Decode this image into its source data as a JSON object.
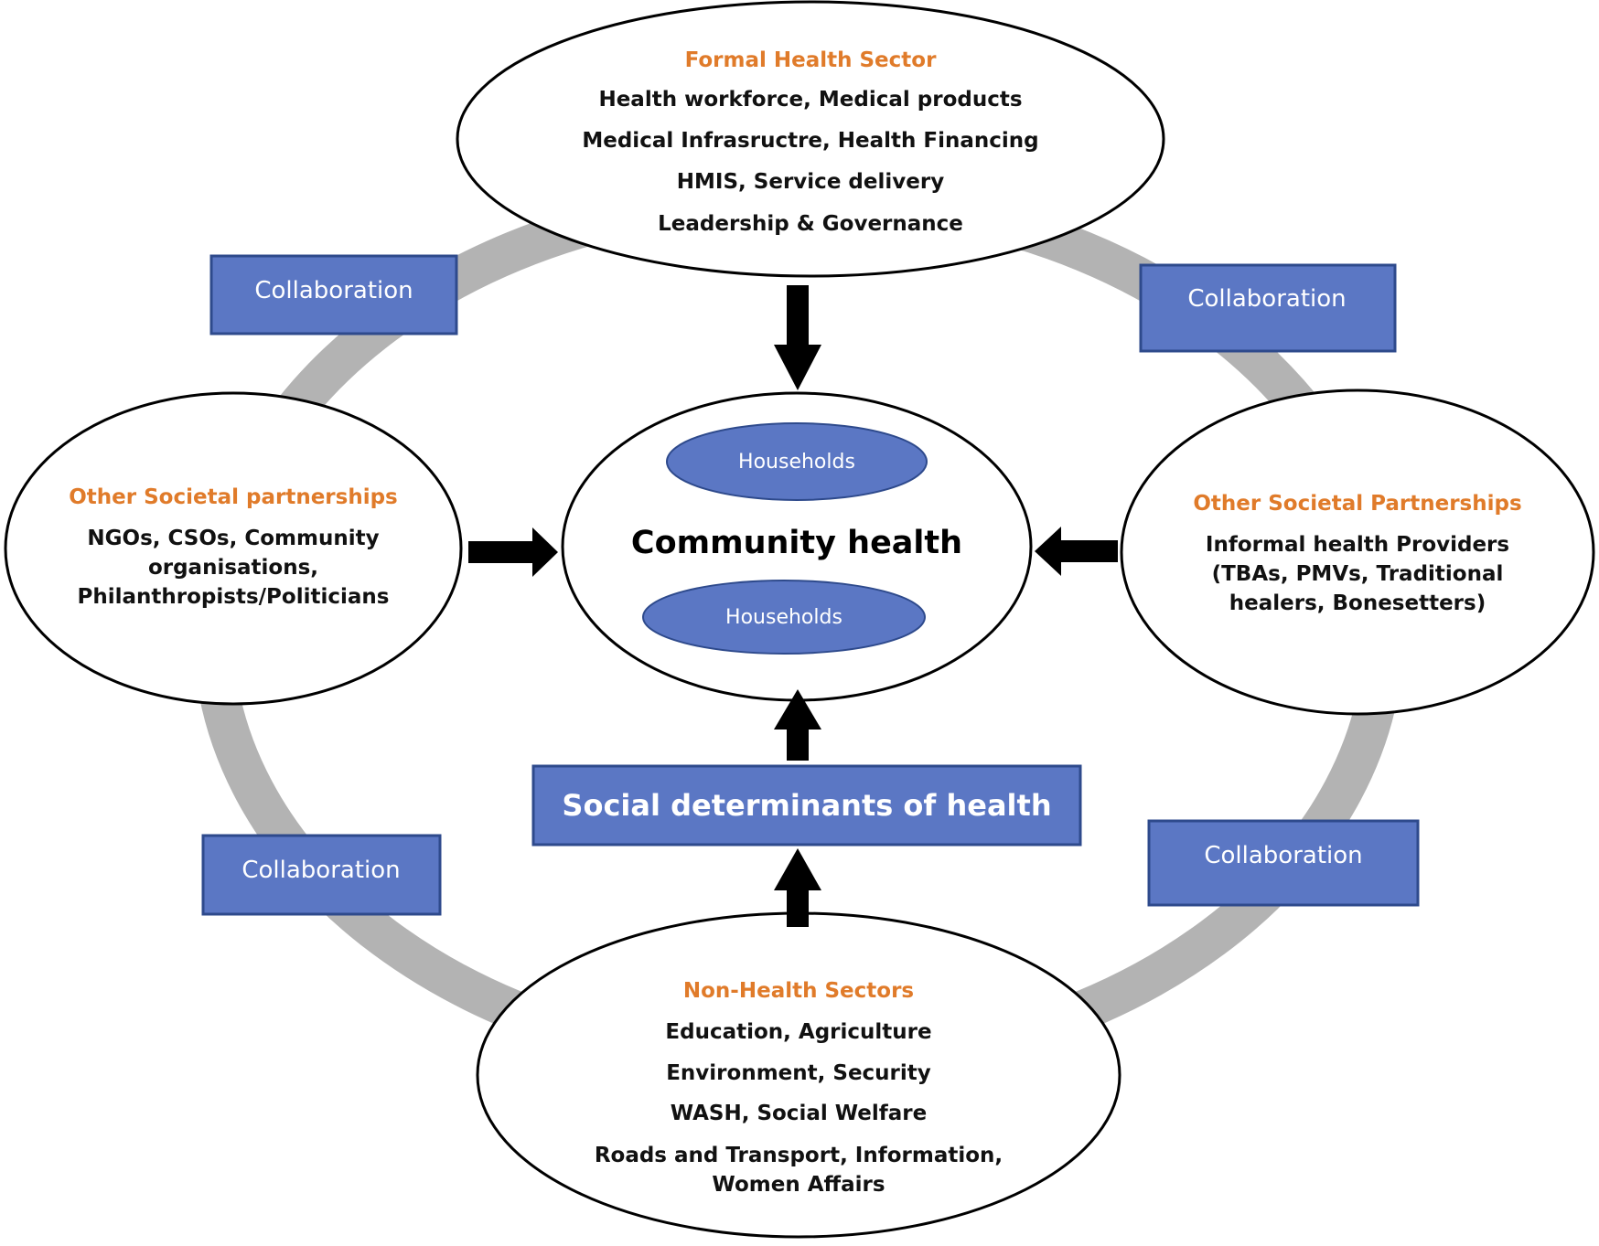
{
  "colors": {
    "ring": "#b3b3b3",
    "box_fill": "#5b77c4",
    "box_border": "#2e4a8c",
    "heading": "#e07b2a",
    "arrow": "#000000"
  },
  "top": {
    "heading": "Formal Health Sector",
    "lines": [
      "Health workforce, Medical products",
      "Medical Infrasructre, Health Financing",
      "HMIS, Service delivery",
      "Leadership & Governance"
    ]
  },
  "left": {
    "heading": "Other Societal partnerships",
    "lines": [
      "NGOs, CSOs, Community",
      "organisations,",
      "Philanthropists/Politicians"
    ]
  },
  "right": {
    "heading": "Other Societal Partnerships",
    "lines": [
      "Informal health Providers",
      "(TBAs, PMVs, Traditional",
      "healers, Bonesetters)"
    ]
  },
  "bottom": {
    "heading": "Non-Health Sectors",
    "lines": [
      "Education, Agriculture",
      "Environment, Security",
      "WASH, Social Welfare",
      "Roads and Transport, Information,",
      "Women Affairs"
    ]
  },
  "center": {
    "title": "Community health",
    "households_top": "Households",
    "households_bottom": "Households"
  },
  "social_determinants": "Social determinants of health",
  "collaboration": {
    "top_left": "Collaboration",
    "top_right": "Collaboration",
    "bottom_left": "Collaboration",
    "bottom_right": "Collaboration"
  }
}
